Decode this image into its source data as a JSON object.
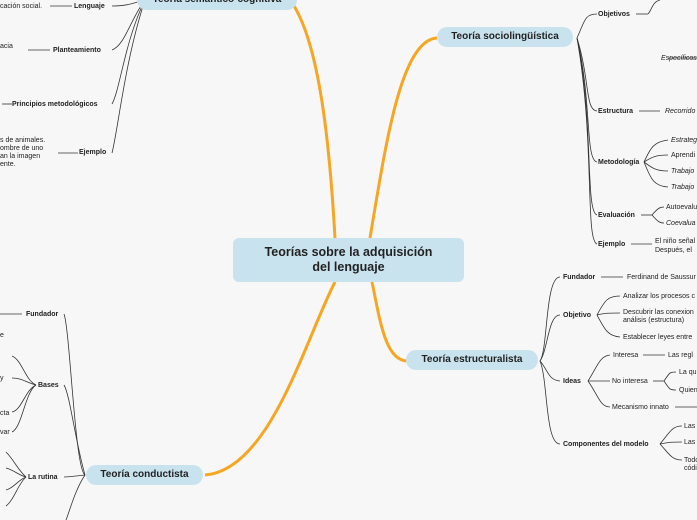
{
  "center": {
    "line1": "Teorías sobre la adquisición",
    "line2": "del lenguaje"
  },
  "semantica": {
    "title": "Teoría semántico-cognitiva",
    "lenguaje": "Lenguaje",
    "lenguaje_text": "cación social.",
    "planteamiento": "Planteamiento",
    "planteamiento_text": "acia",
    "principios": "Principios metodológicos",
    "ejemplo": "Ejemplo",
    "ejemplo_l1": "s de animales.",
    "ejemplo_l2": "ombre de uno",
    "ejemplo_l3": "an la imagen",
    "ejemplo_l4": "ente."
  },
  "socio": {
    "title": "Teoría sociolingüística",
    "objetivos": "Objetivos",
    "especificos": "Específicos",
    "estructura": "Estructura",
    "estructura_text": "Recorrido",
    "metodologia": "Metodología",
    "met_items": [
      "Estrateg",
      "Aprendi",
      "Trabajo",
      "Trabajo"
    ],
    "evaluacion": "Evaluación",
    "eval_items": [
      "Autoevalu",
      "Coevalua"
    ],
    "ejemplo": "Ejemplo",
    "ejemplo_l1": "El niño señal",
    "ejemplo_l2": "Después, el"
  },
  "estruct": {
    "title": "Teoría estructuralista",
    "fundador": "Fundador",
    "fundador_text": "Ferdinand de Saussur",
    "objetivo": "Objetivo",
    "obj_items": [
      "Analizar los procesos c",
      "Descubrir las conexion",
      "análisis (estructura)",
      "Establecer leyes entre"
    ],
    "ideas": "Ideas",
    "interesa": "Interesa",
    "interesa_text": "Las regl",
    "no_interesa": "No interesa",
    "no_interesa_items": [
      "La qu",
      "Quien"
    ],
    "mecanismo": "Mecanismo innato",
    "componentes": "Componentes del modelo",
    "comp_items": [
      "Las",
      "Las",
      "Todo",
      "códi"
    ]
  },
  "conduct": {
    "title": "Teoría conductista",
    "fundador": "Fundador",
    "bases": "Bases",
    "bases_frags": [
      "e",
      "y",
      "cta",
      "var"
    ],
    "rutina": "La rutina"
  }
}
